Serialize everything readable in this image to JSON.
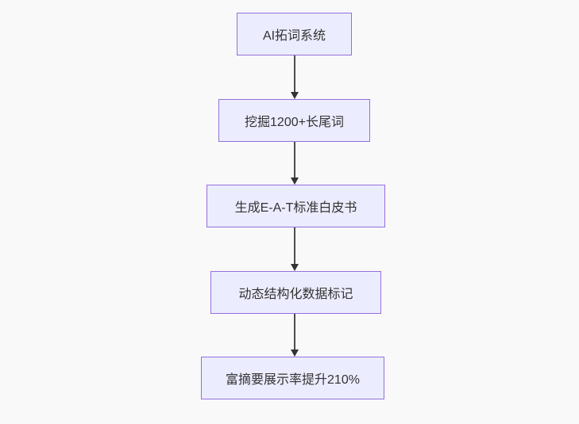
{
  "diagram": {
    "type": "flowchart",
    "direction": "top-down",
    "nodes": [
      {
        "id": "A",
        "label": "AI拓词系统"
      },
      {
        "id": "B",
        "label": "挖掘1200+长尾词"
      },
      {
        "id": "C",
        "label": "生成E-A-T标准白皮书"
      },
      {
        "id": "D",
        "label": "动态结构化数据标记"
      },
      {
        "id": "E",
        "label": "富摘要展示率提升210%"
      }
    ],
    "edges": [
      {
        "from": "A",
        "to": "B",
        "style": "arrow"
      },
      {
        "from": "B",
        "to": "C",
        "style": "arrow"
      },
      {
        "from": "C",
        "to": "D",
        "style": "arrow"
      },
      {
        "from": "D",
        "to": "E",
        "style": "arrow"
      }
    ],
    "colors": {
      "background": "#f9f9f9",
      "node_fill": "#ECECFF",
      "node_border": "#9370DB",
      "node_text": "#333333",
      "edge_line": "#4d4d4d",
      "arrowhead": "#333333"
    }
  }
}
